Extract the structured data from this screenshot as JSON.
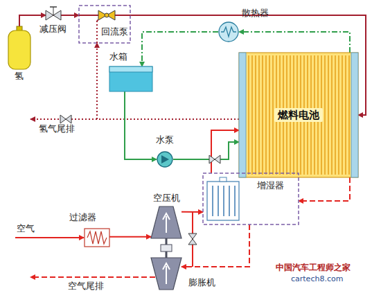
{
  "diagram": {
    "nodes": [
      {
        "text": [
          "氢"
        ]
      },
      {
        "text": [
          "减压阀"
        ]
      },
      {
        "text": [
          "回流泵"
        ]
      },
      {
        "text": [
          "水箱"
        ]
      },
      {
        "text": [
          "散热器"
        ]
      },
      {
        "text": [
          "燃料电池"
        ]
      },
      {
        "text": [
          "水泵"
        ]
      },
      {
        "text": [
          "增湿器"
        ]
      },
      {
        "text": [
          "空压机"
        ]
      },
      {
        "text": [
          "过滤器"
        ]
      },
      {
        "text": [
          "膨胀机"
        ]
      }
    ],
    "edges": [
      {
        "from": 0,
        "to": 1,
        "arrow": "to"
      },
      {
        "from": 1,
        "to": 2,
        "arrow": "to"
      },
      {
        "from": 2,
        "to": 5,
        "arrow": "to"
      },
      {
        "from": 5,
        "to": 2,
        "arrow": "to"
      },
      {
        "from": 3,
        "to": 6,
        "arrow": "to"
      },
      {
        "from": 6,
        "to": 5,
        "arrow": "to"
      },
      {
        "from": 5,
        "to": 4,
        "arrow": "to"
      },
      {
        "from": 4,
        "to": 3,
        "arrow": "to"
      },
      {
        "from": 9,
        "to": 8,
        "arrow": "to"
      },
      {
        "from": 8,
        "to": 7,
        "arrow": "to"
      },
      {
        "from": 7,
        "to": 5,
        "arrow": "to"
      },
      {
        "from": 5,
        "to": 7,
        "arrow": "to"
      },
      {
        "from": 7,
        "to": 10,
        "arrow": "to"
      }
    ],
    "labels": [
      "氢气尾排",
      "空气",
      "空气尾排",
      "中国汽车工程师之家",
      "cartech8.com"
    ]
  }
}
